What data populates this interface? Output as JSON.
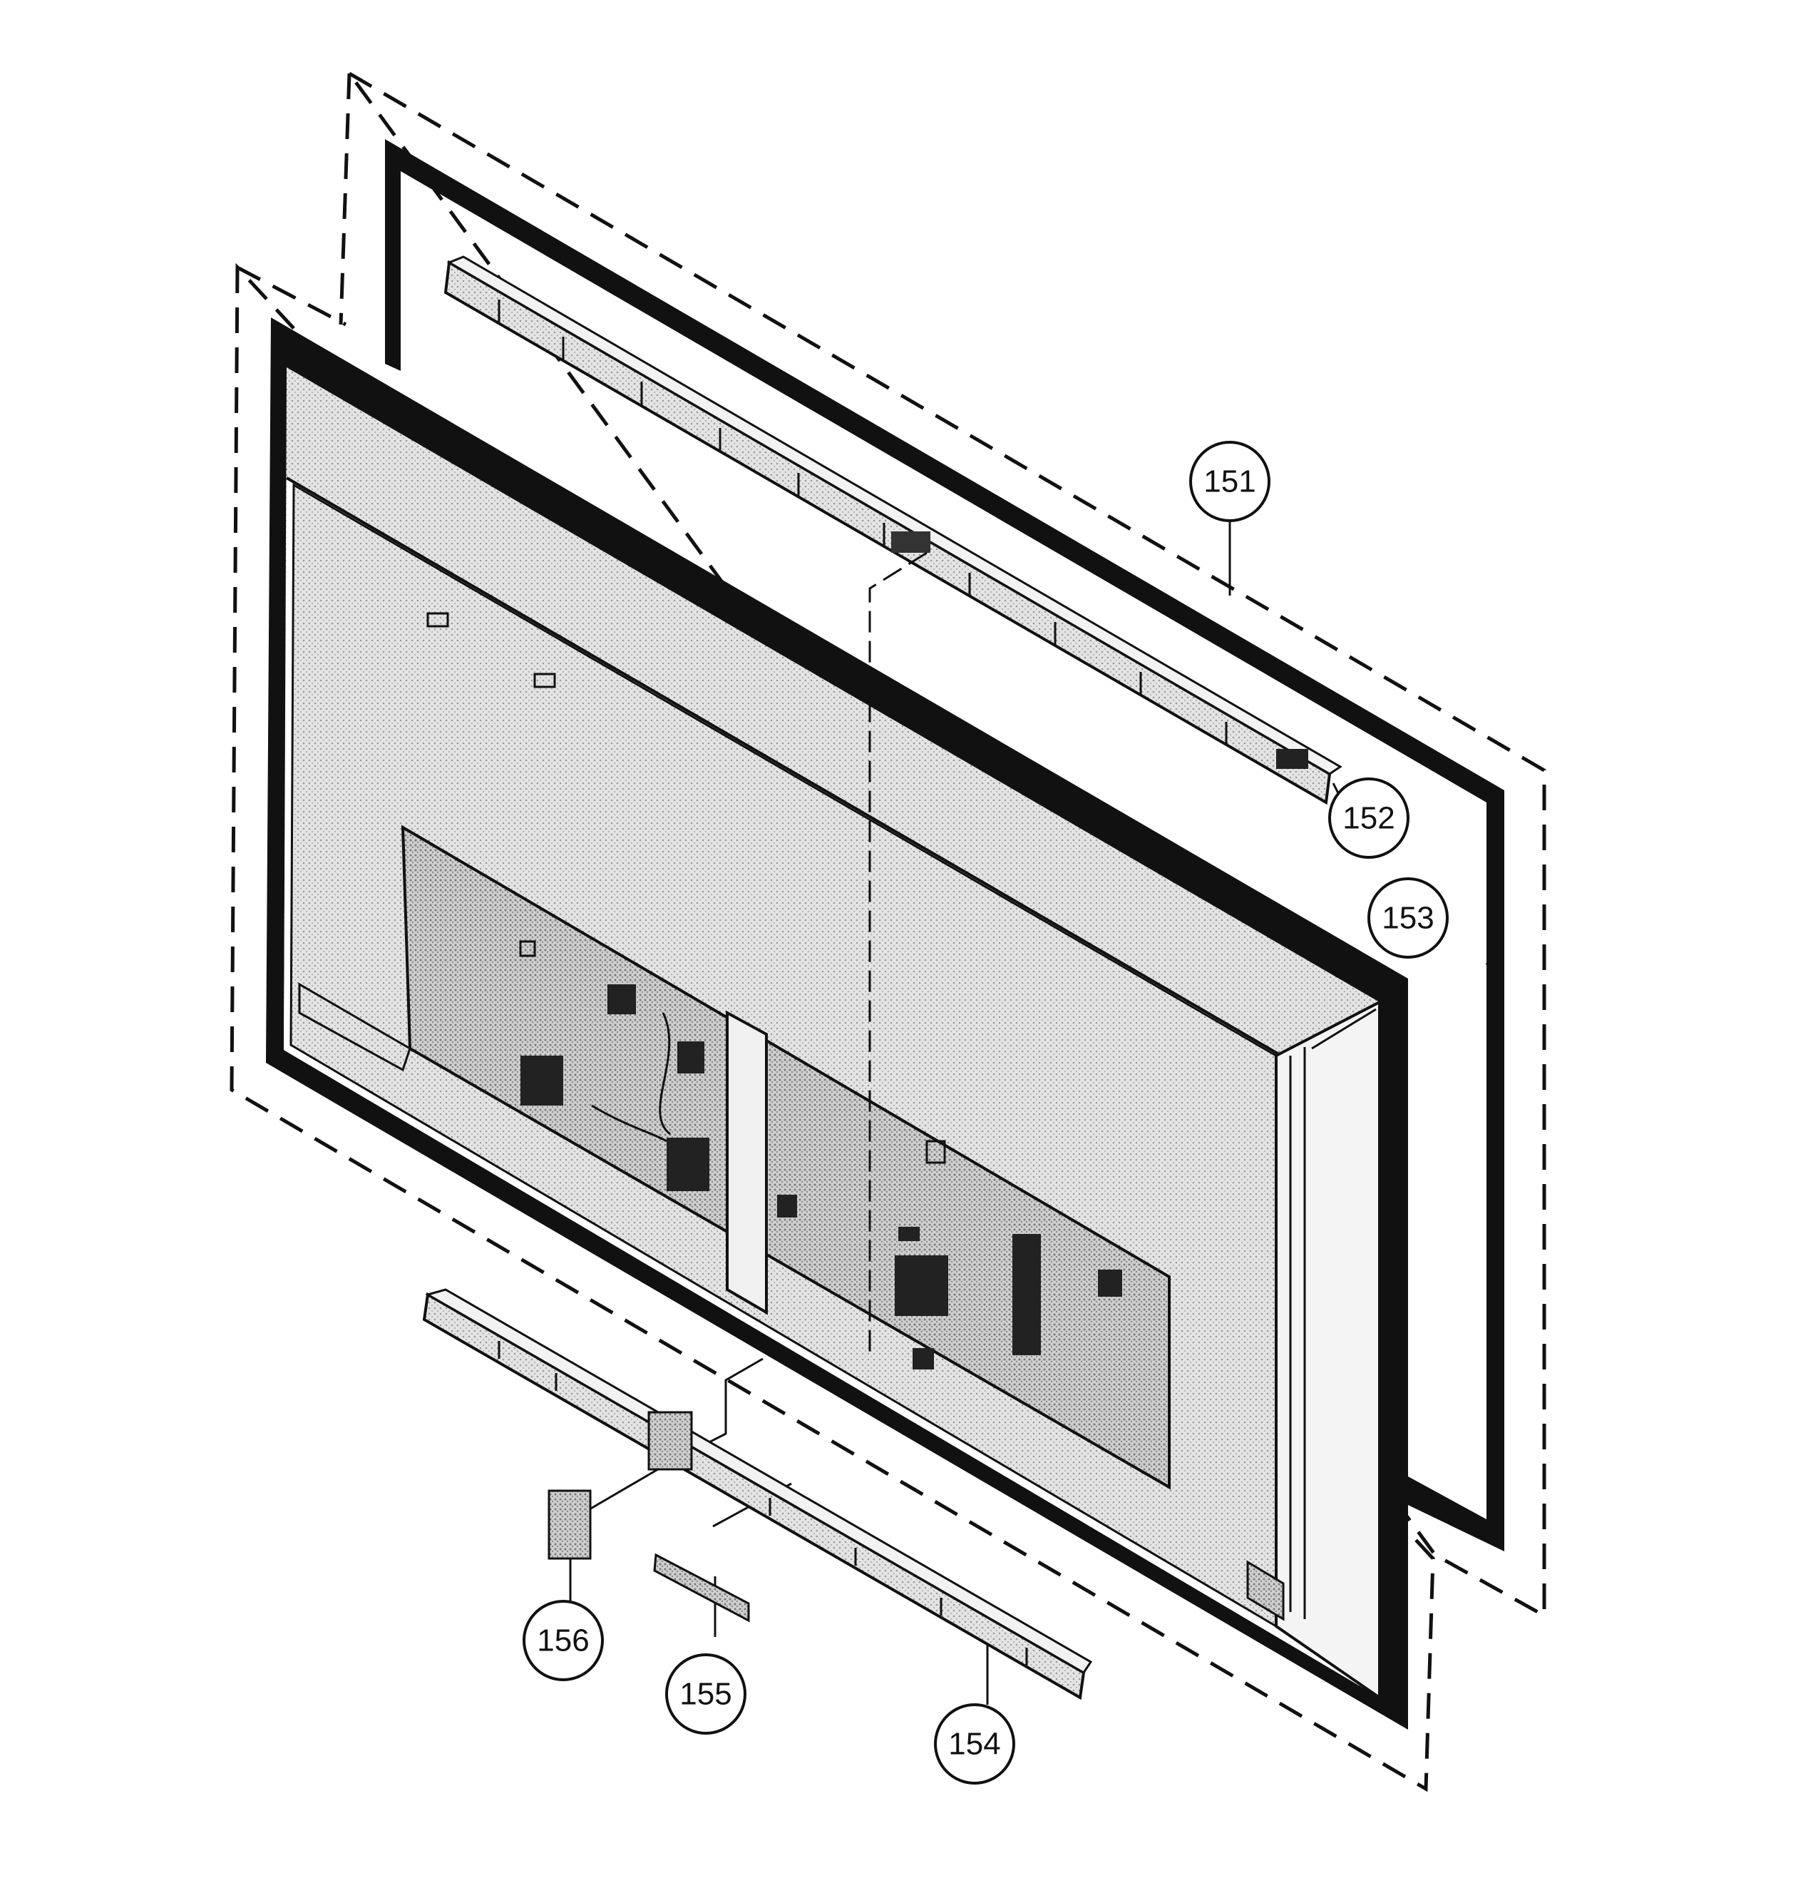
{
  "callouts": {
    "c151": "151",
    "c152": "152",
    "c153": "153",
    "c154": "154",
    "c155": "155",
    "c156": "156"
  },
  "colors": {
    "line": "#111111",
    "panel_shade": "#d6d6d6",
    "board_shade": "#c4c4c4",
    "background": "#ffffff"
  }
}
